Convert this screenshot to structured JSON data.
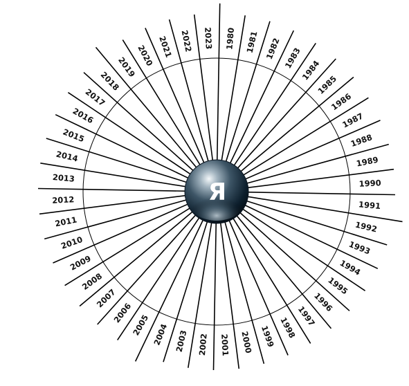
{
  "diagram": {
    "center_glyph": "Я",
    "years": [
      "1980",
      "1981",
      "1982",
      "1983",
      "1984",
      "1985",
      "1986",
      "1987",
      "1988",
      "1989",
      "1990",
      "1991",
      "1992",
      "1993",
      "1994",
      "1995",
      "1996",
      "1997",
      "1998",
      "1999",
      "2000",
      "2001",
      "2002",
      "2003",
      "2004",
      "2005",
      "2006",
      "2007",
      "2008",
      "2009",
      "2010",
      "2011",
      "2012",
      "2013",
      "2014",
      "2015",
      "2016",
      "2017",
      "2018",
      "2019",
      "2020",
      "2021",
      "2022",
      "2023"
    ],
    "emphasized_years": [
      "1980",
      "1992",
      "2005",
      "2019"
    ],
    "colors": {
      "line": "#000000",
      "ring": "#000000",
      "sphere_dark": "#0c1e2c",
      "sphere_mid": "#3d5566",
      "sphere_light": "#e8eef2",
      "glyph": "#ffffff"
    }
  }
}
